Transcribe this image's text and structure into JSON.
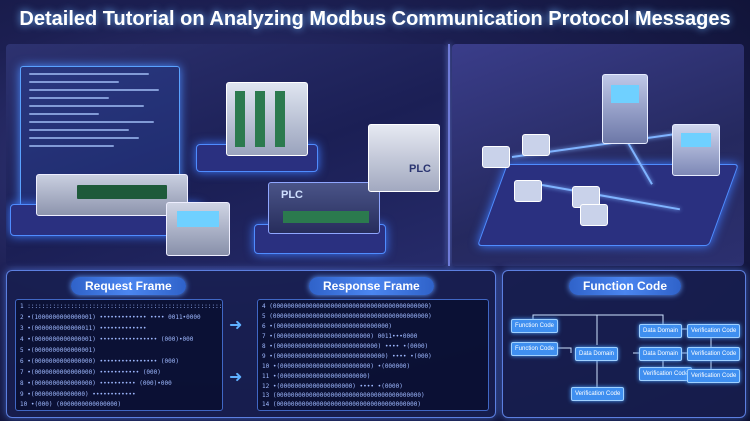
{
  "title": "Detailed Tutorial on Analyzing Modbus Communication Protocol Messages",
  "devices": {
    "plc_label_1": "PLC",
    "plc_label_2": "PLC"
  },
  "panels": {
    "request_title": "Request Frame",
    "response_title": "Response Frame",
    "function_title": "Function Code"
  },
  "request_rows": [
    "1  ::::::::::::::::::::::::::::::::::::::::::::::::::::::",
    "2  •(1000000000000001)  •••••••••••••  ••••  0011•0000",
    "3  •(0000000000000011)  •••••••••••••",
    "4  •(0000000000000001)  ••••••••••••••••  (000)•000",
    "5  •(0000000000000001)",
    "6  •(0000000000000000)  ••••••••••••••••  (000)",
    "7  •(0000000000000000)  •••••••••••  (000)",
    "8  •(0000000000000000)  ••••••••••  (000)•000",
    "9  •(00000000000000)  ••••••••••••",
    "10 •(000)  (0000000000000000)"
  ],
  "response_rows": [
    "4  (0000000000000000000000000000000000000000000)",
    "5  (0000000000000000000000000000000000000000000)",
    "6    •(0000000000000000000000000000000)",
    "7    •(00000000000000000000000000)  0011•••0000",
    "8    •(0000000000000000000000000000)  ••••  •(0000)",
    "9  •(000000000000000000000000000000)  ••••  •(000)",
    "10   •(0000000000000000000000000)  •(000000)",
    "11   •(000000000000000000000000)",
    "12   •(00000000000000000000)  ••••  •(0000)",
    "13 (0000000000000000000000000000000000000000)",
    "14 (000000000000000000000000000000000000000)"
  ],
  "function_nodes": {
    "fc1": "Function Code",
    "fc2": "Function Code",
    "dd_center": "Data Domain",
    "dd_top": "Data Domain",
    "dd_mid": "Data Domain",
    "vc_top": "Verification Code",
    "vc_mid": "Verification Code",
    "vc_r3": "Verification Code",
    "vc_r4": "Verification Code",
    "vc_bottom": "Verification Code"
  },
  "colors": {
    "accent": "#4b86f0",
    "node": "#3f8ff0",
    "glow": "#5fb0ff",
    "background": "#1c1f52"
  }
}
